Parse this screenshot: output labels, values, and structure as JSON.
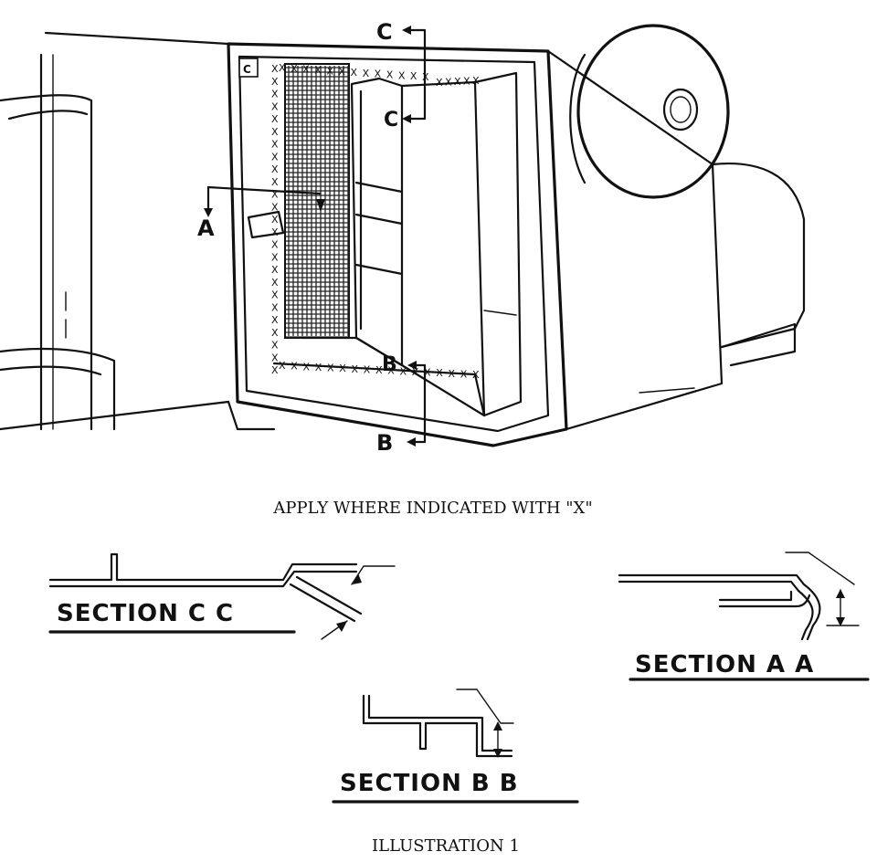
{
  "labels": {
    "section_marker_a": "A",
    "section_marker_b_top": "B",
    "section_marker_b_bottom": "B",
    "section_marker_c_top": "C",
    "section_marker_c_mid": "C",
    "corner_tag": "C"
  },
  "instruction_text": "APPLY WHERE INDICATED WITH \"X\"",
  "sections": {
    "cc": "SECTION C C",
    "aa": "SECTION A A",
    "bb": "SECTION B B"
  },
  "caption": "ILLUSTRATION 1",
  "application_mark": "X"
}
